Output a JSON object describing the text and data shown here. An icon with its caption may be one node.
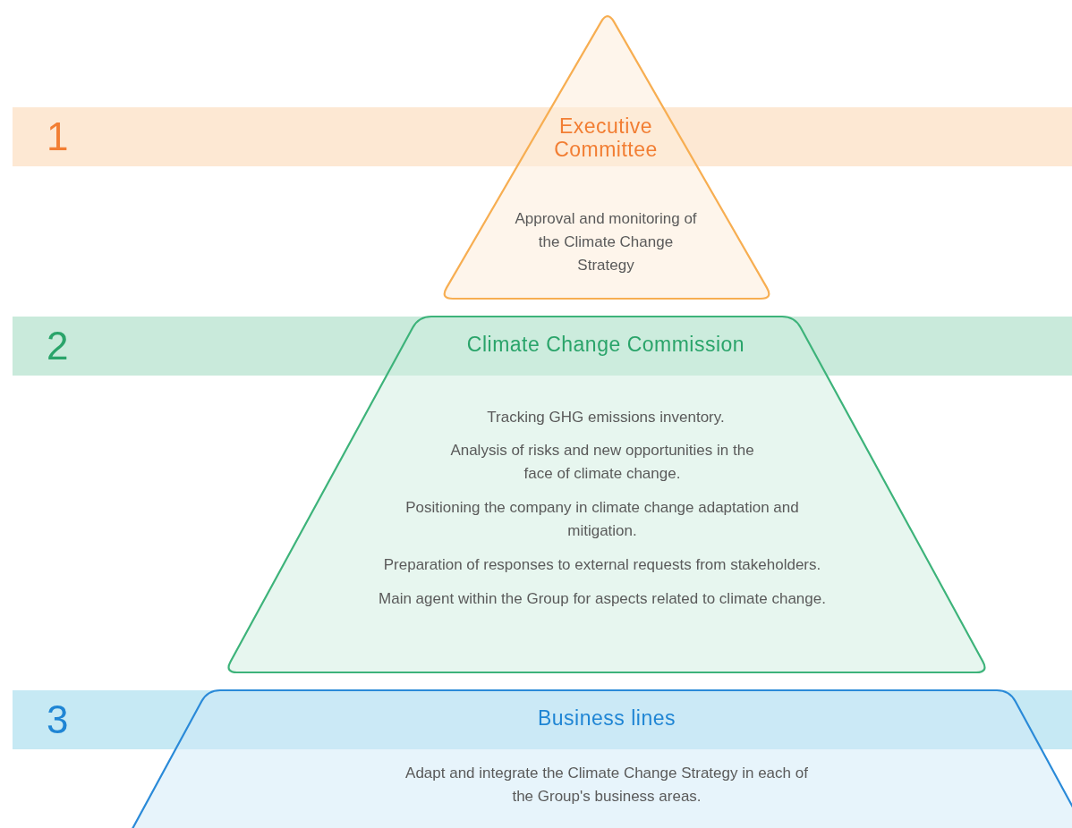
{
  "diagram": {
    "nodes": [
      {
        "text": [
          "Executive Committee",
          "Approval and monitoring of the Climate Change Strategy"
        ]
      },
      {
        "text": [
          "Climate Change Commission",
          "Tracking GHG emissions inventory.",
          "Analysis of risks and new opportunities in the face of climate change.",
          "Positioning the company in climate change adaptation and mitigation.",
          "Preparation of responses to external requests from stakeholders.",
          "Main agent within the Group for aspects related to climate change."
        ]
      },
      {
        "text": [
          "Business lines",
          "Adapt and integrate the Climate Change Strategy in each of the Group's business areas."
        ]
      }
    ],
    "edges": [],
    "labels": [
      "1",
      "2",
      "3"
    ]
  }
}
